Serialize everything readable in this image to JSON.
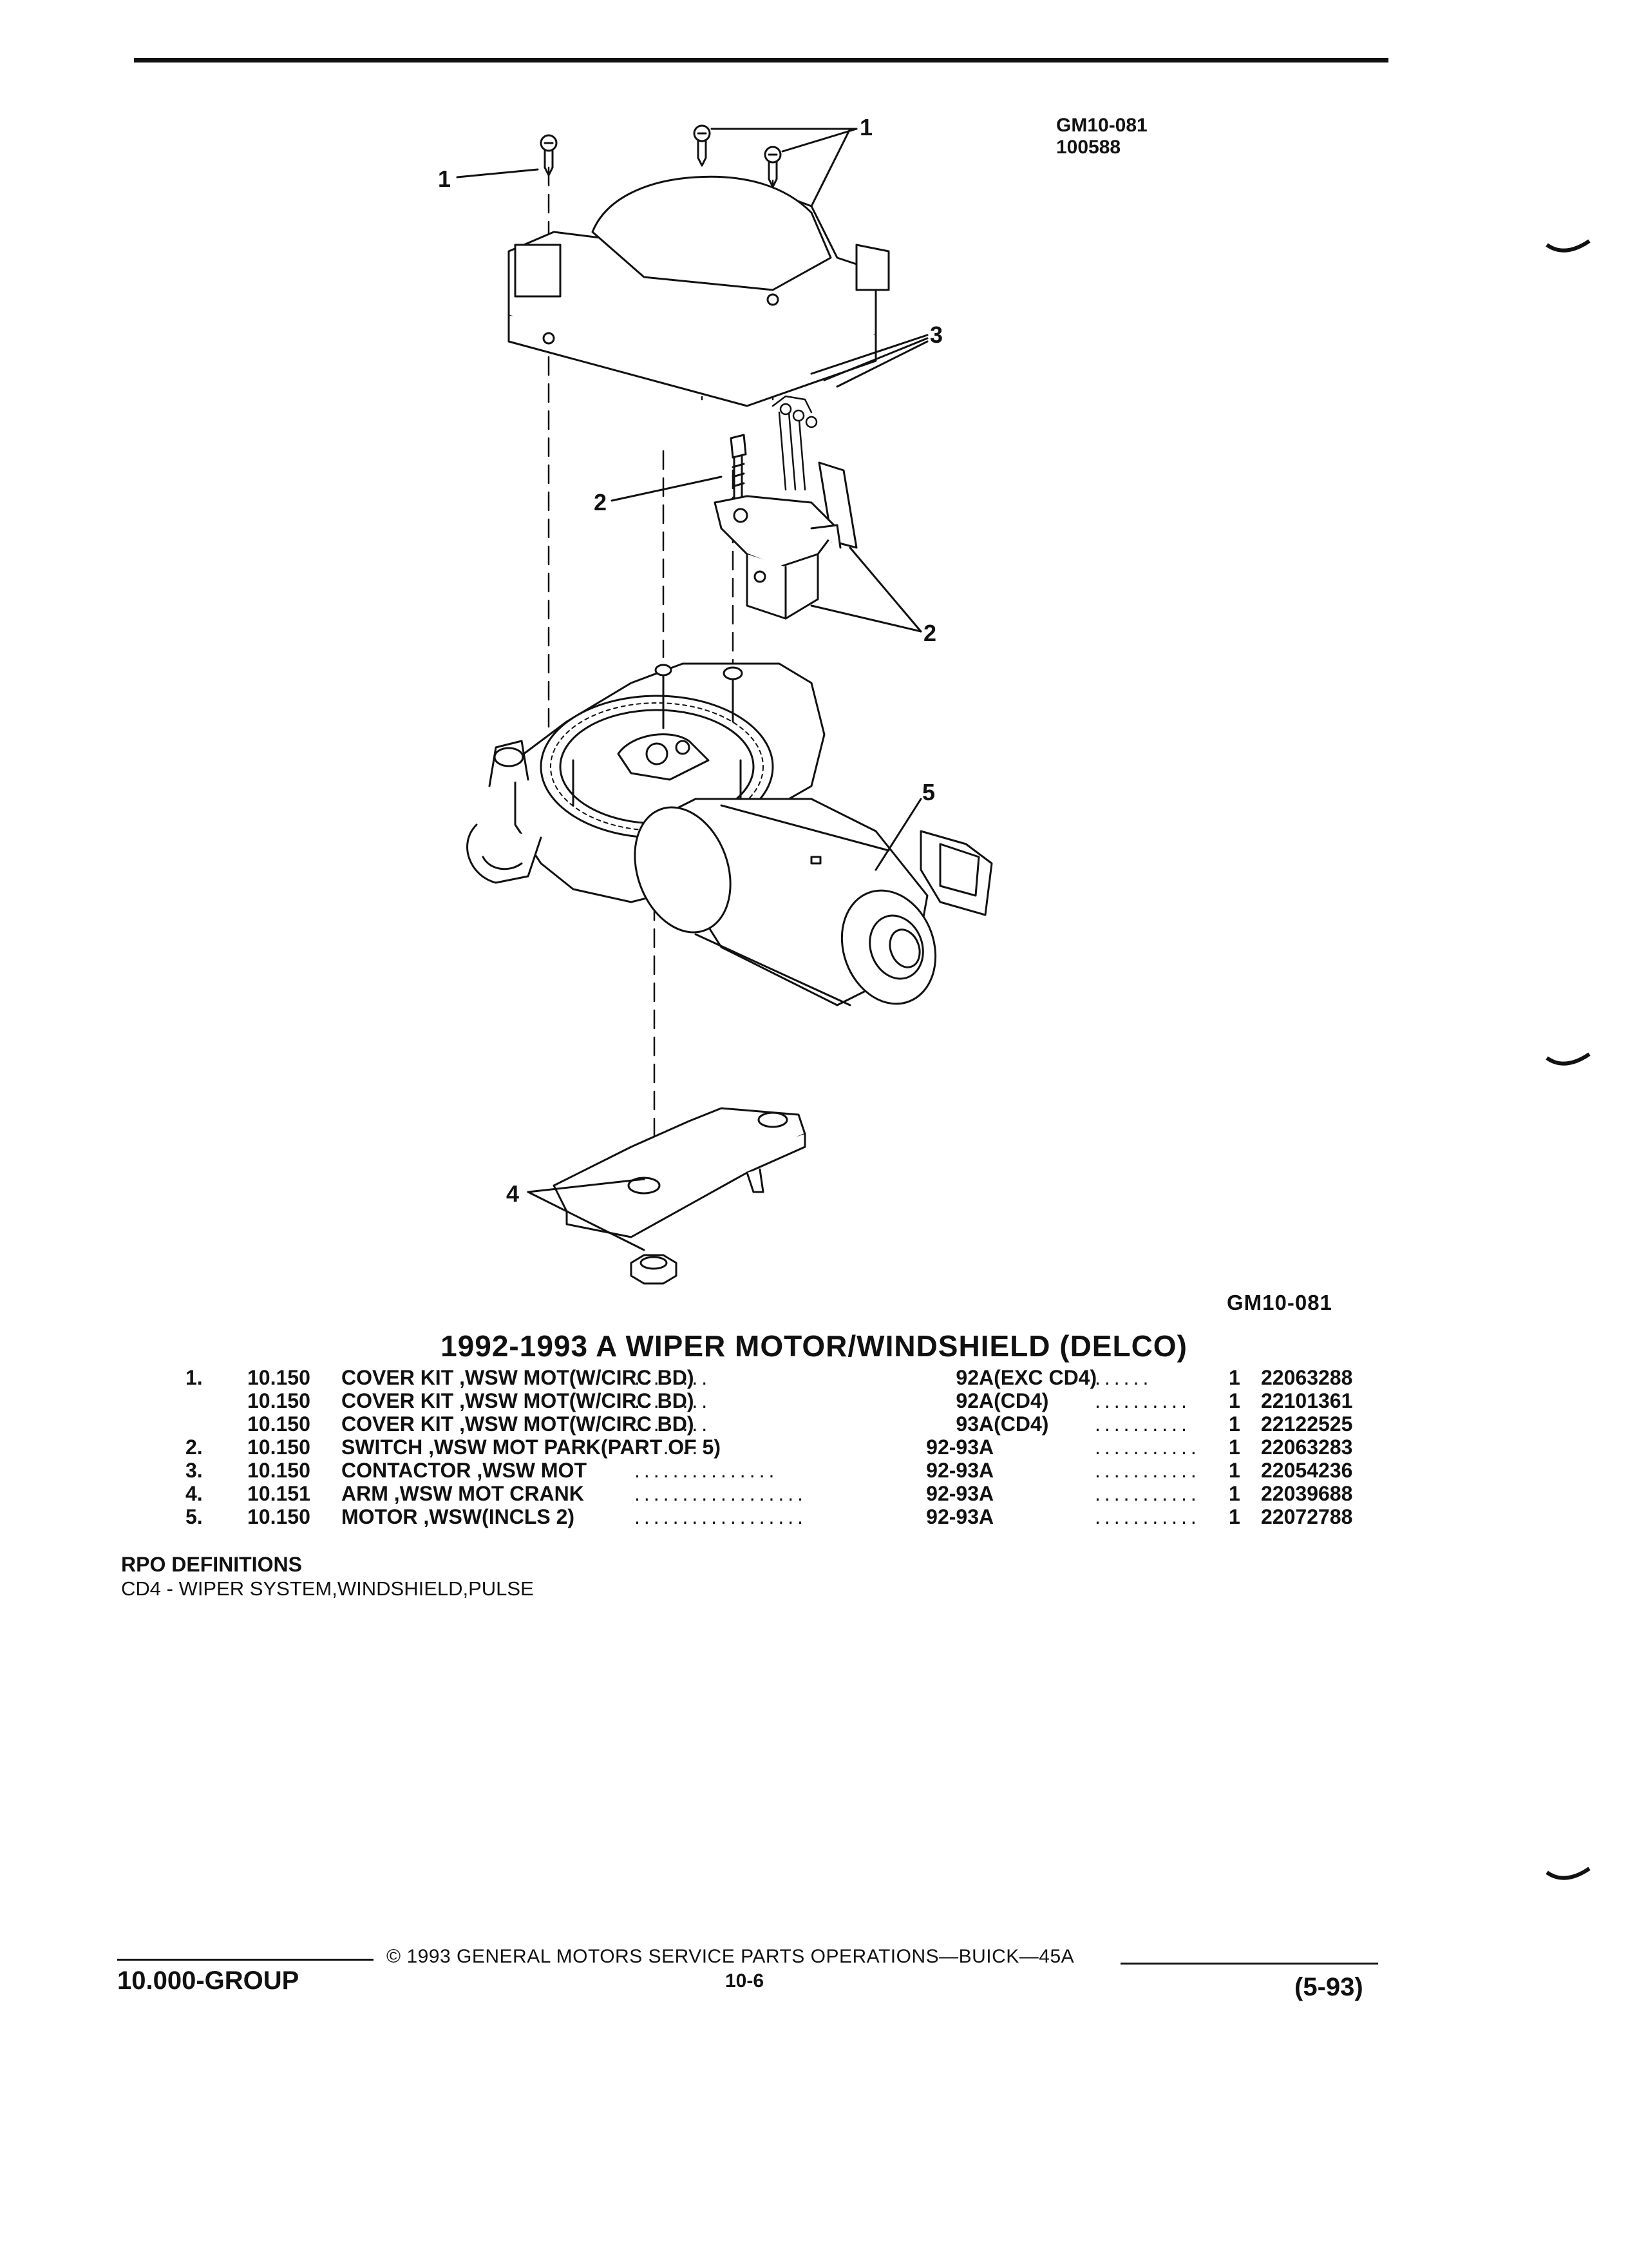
{
  "header": {
    "diagram_code": "GM10-081",
    "diagram_number": "100588"
  },
  "diagram": {
    "callouts": [
      "1",
      "1",
      "2",
      "3",
      "2",
      "5",
      "4"
    ],
    "code": "GM10-081"
  },
  "title": "1992-1993 A WIPER MOTOR/WINDSHIELD (DELCO)",
  "parts": [
    {
      "num": "1.",
      "group": "10.150",
      "desc": "COVER KIT ,WSW MOT(W/CIRC BD)",
      "dots1": "........",
      "year": "92",
      "models": "A(EXC CD4)",
      "dots2": "......",
      "qty": "1",
      "part_no": "22063288"
    },
    {
      "num": "",
      "group": "10.150",
      "desc": "COVER KIT ,WSW MOT(W/CIRC BD)",
      "dots1": "........",
      "year": "92",
      "models": "A(CD4)",
      "dots2": "..........",
      "qty": "1",
      "part_no": "22101361"
    },
    {
      "num": "",
      "group": "10.150",
      "desc": "COVER KIT ,WSW MOT(W/CIRC BD)",
      "dots1": "........",
      "year": "93",
      "models": "A(CD4)",
      "dots2": "..........",
      "qty": "1",
      "part_no": "22122525"
    },
    {
      "num": "2.",
      "group": "10.150",
      "desc": "SWITCH ,WSW MOT PARK(PART OF 5)",
      "dots1": ".......",
      "year": "92-93",
      "models": "A",
      "dots2": "..............",
      "qty": "1",
      "part_no": "22063283"
    },
    {
      "num": "3.",
      "group": "10.150",
      "desc": "CONTACTOR ,WSW MOT",
      "dots1": "...............",
      "year": "92-93",
      "models": "A",
      "dots2": "..............",
      "qty": "1",
      "part_no": "22054236"
    },
    {
      "num": "4.",
      "group": "10.151",
      "desc": "ARM ,WSW MOT CRANK",
      "dots1": "..................",
      "year": "92-93",
      "models": "A",
      "dots2": "..............",
      "qty": "1",
      "part_no": "22039688"
    },
    {
      "num": "5.",
      "group": "10.150",
      "desc": "MOTOR ,WSW(INCLS 2)",
      "dots1": "..................",
      "year": "92-93",
      "models": "A",
      "dots2": "..............",
      "qty": "1",
      "part_no": "22072788"
    }
  ],
  "rpo": {
    "heading": "RPO DEFINITIONS",
    "definition": "CD4 - WIPER SYSTEM,WINDSHIELD,PULSE"
  },
  "footer": {
    "group": "10.000-GROUP",
    "copyright": "© 1993 GENERAL MOTORS SERVICE PARTS OPERATIONS—BUICK—45A",
    "page": "10-6",
    "date": "(5-93)"
  }
}
